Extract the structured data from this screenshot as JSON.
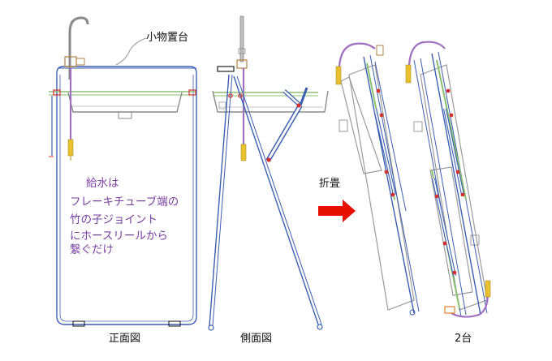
{
  "labels": {
    "shelf": "小物置台",
    "front": "正面図",
    "side": "側面図",
    "fold": "折畳",
    "two": "2台"
  },
  "note": {
    "line1": "給水は",
    "line2": "フレーキチューブ端の",
    "line3": "竹の子ジョイント",
    "line4": "にホースリールから",
    "line5": "繋ぐだけ"
  },
  "colors": {
    "frame": "#3b5fb0",
    "sink": "#8a8a8a",
    "hose": "#a070c0",
    "joint": "#e8c030",
    "rail": "#8cc070",
    "arrow": "#e81000",
    "pin": "#d03030"
  }
}
